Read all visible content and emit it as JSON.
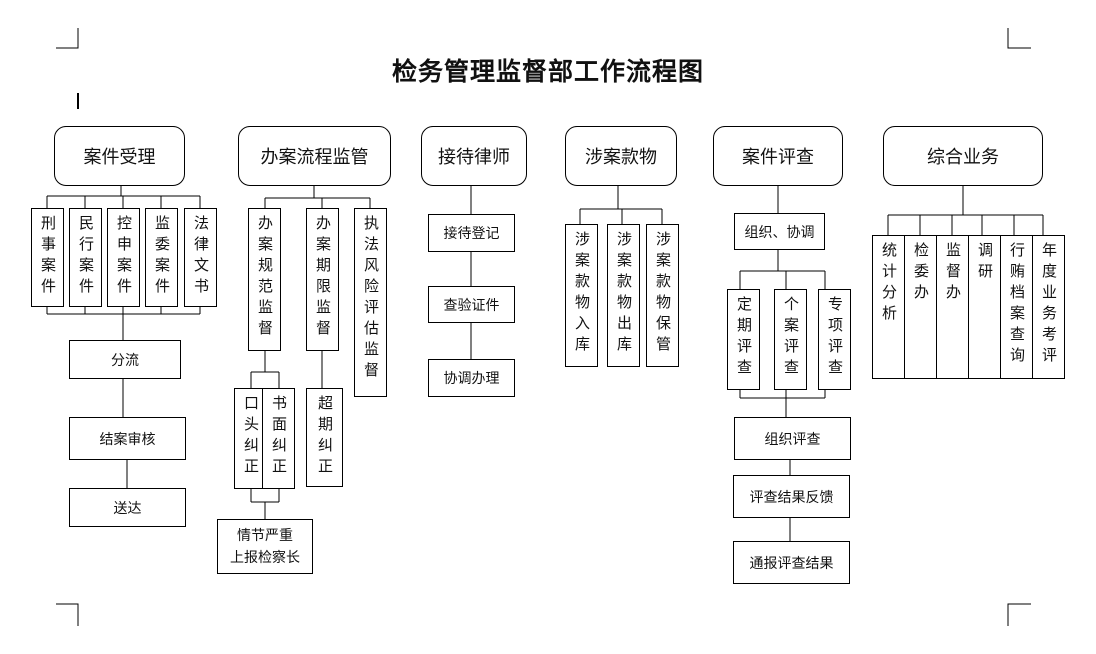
{
  "title": "检务管理监督部工作流程图",
  "categories": {
    "case_acceptance": {
      "header": "案件受理",
      "types": [
        "刑事案件",
        "民行案件",
        "控申案件",
        "监委案件",
        "法律文书"
      ],
      "flow": [
        "分流",
        "结案审核",
        "送达"
      ]
    },
    "process_supervision": {
      "header": "办案流程监管",
      "items": [
        "办案规范监督",
        "办案期限监督",
        "执法风险评估监督"
      ],
      "sub_norm": [
        "口头纠正",
        "书面纠正"
      ],
      "sub_deadline": "超期纠正",
      "escalate_line1": "情节严重",
      "escalate_line2": "上报检察长"
    },
    "lawyer_reception": {
      "header": "接待律师",
      "flow": [
        "接待登记",
        "查验证件",
        "协调办理"
      ]
    },
    "property": {
      "header": "涉案款物",
      "items": [
        "涉案款物入库",
        "涉案款物出库",
        "涉案款物保管"
      ]
    },
    "case_review": {
      "header": "案件评查",
      "organize": "组织、协调",
      "types": [
        "定期评查",
        "个案评查",
        "专项评查"
      ],
      "flow": [
        "组织评查",
        "评查结果反馈",
        "通报评查结果"
      ]
    },
    "general_business": {
      "header": "综合业务",
      "items": [
        "统计分析",
        "检委办",
        "监督办",
        "调研",
        "行贿档案查询",
        "年度业务考评"
      ]
    }
  }
}
